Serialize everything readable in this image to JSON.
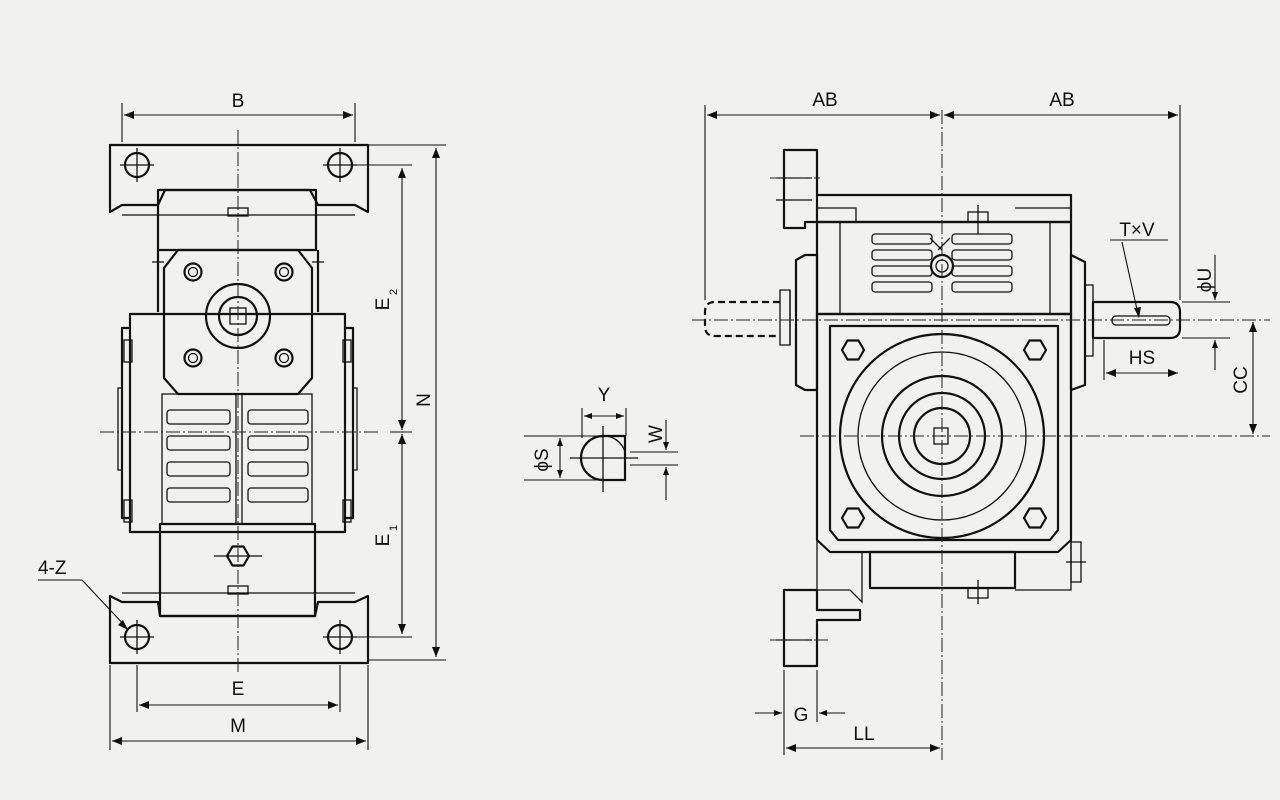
{
  "labels": {
    "B": "B",
    "E2_main": "E",
    "E2_sub": "2",
    "N": "N",
    "E1_main": "E",
    "E1_sub": "1",
    "Z": "4-Z",
    "E": "E",
    "M": "M",
    "Y": "Y",
    "W": "W",
    "S": "ϕS",
    "AB_left": "AB",
    "AB_right": "AB",
    "TV": "T×V",
    "U": "ϕU",
    "HS": "HS",
    "CC": "CC",
    "G": "G",
    "LL": "LL"
  }
}
